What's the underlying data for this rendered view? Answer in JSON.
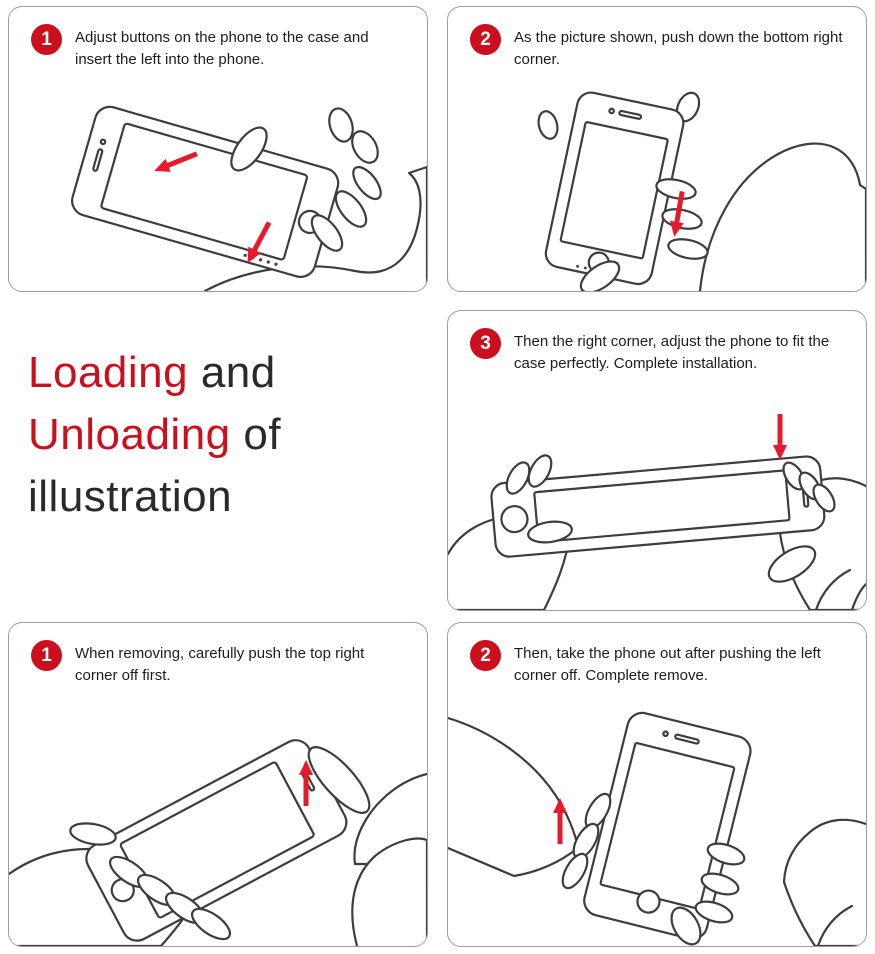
{
  "colors": {
    "accent_red": "#cc0f1d",
    "arrow_red": "#e8192c",
    "line_gray": "#3d3d3d",
    "panel_border": "#9c9c9c",
    "text": "#1c1c1c",
    "background": "#ffffff"
  },
  "heading": {
    "line1_red": "Loading",
    "line1_black": " and",
    "line2_red": "Unloading",
    "line2_black": " of",
    "line3_black": "illustration"
  },
  "panels": [
    {
      "section": "install",
      "step": "1",
      "text": "Adjust buttons on the phone to the case and insert the left into the phone."
    },
    {
      "section": "install",
      "step": "2",
      "text": "As the picture shown, push down the bottom right corner."
    },
    {
      "section": "install",
      "step": "3",
      "text": "Then the right corner, adjust the phone to fit the case perfectly. Complete installation."
    },
    {
      "section": "remove",
      "step": "1",
      "text": "When removing, carefully push the top right corner off first."
    },
    {
      "section": "remove",
      "step": "2",
      "text": "Then, take the phone out after pushing the left corner off.  Complete remove."
    }
  ]
}
